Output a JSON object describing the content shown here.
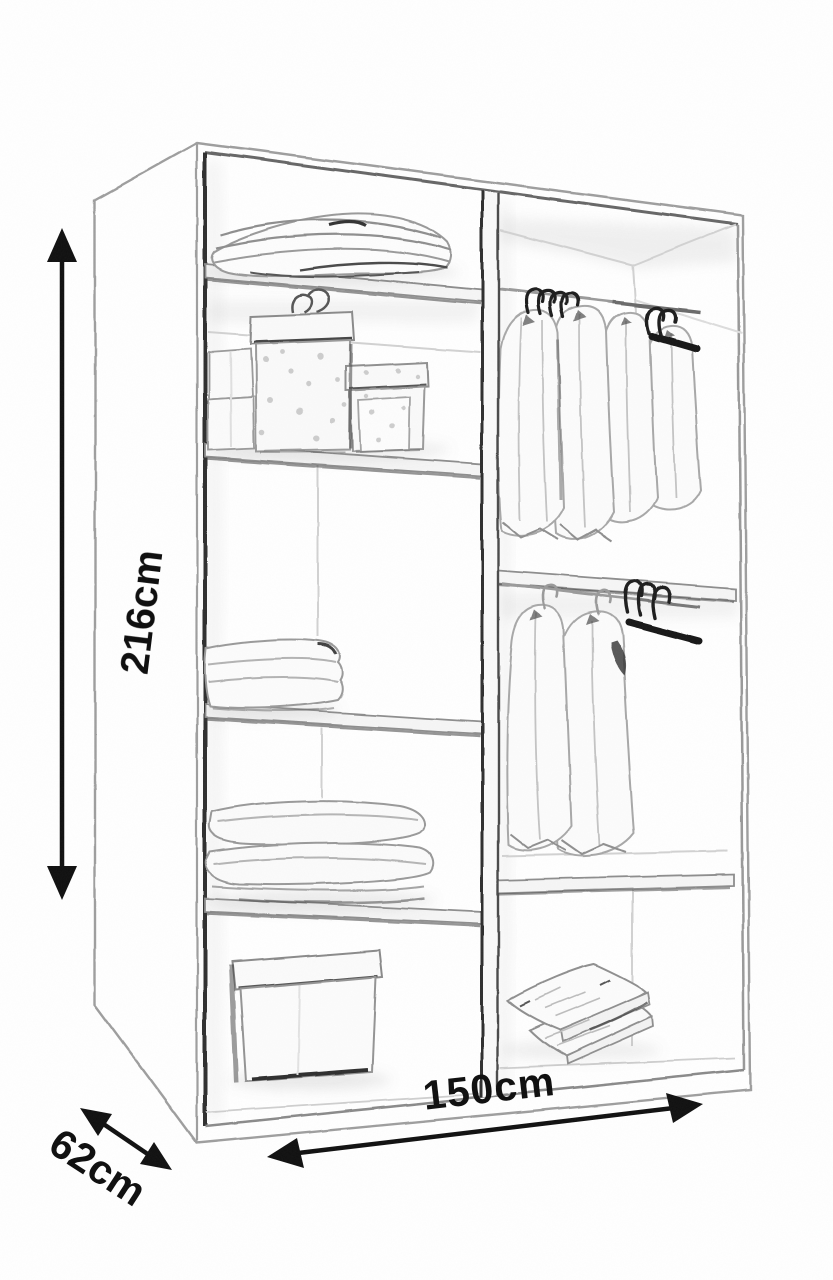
{
  "diagram": {
    "type": "furniture-dimension-diagram",
    "subject": "wardrobe-interior-sketch",
    "dimensions": {
      "height": {
        "label": "216cm",
        "value": 216,
        "unit": "cm"
      },
      "width": {
        "label": "150cm",
        "value": 150,
        "unit": "cm"
      },
      "depth": {
        "label": "62cm",
        "value": 62,
        "unit": "cm"
      }
    },
    "wardrobe": {
      "columns": [
        {
          "name": "left-shelf-column",
          "compartments": [
            "folded-towels",
            "patterned-storage-boxes",
            "folded-clothes-stack",
            "folded-blankets",
            "storage-chest"
          ]
        },
        {
          "name": "right-hanging-column",
          "compartments": [
            "hanging-rail-with-jackets",
            "hanging-rail-with-shirts",
            "folded-linens"
          ]
        }
      ],
      "features": {
        "shelves": 6,
        "hanging_rails": 2,
        "empty_hangers": 4
      }
    },
    "colors": {
      "background": "#ffffff",
      "sketch_line": "#8f8f8f",
      "dark_accent": "#1a1a1a",
      "annotation_text": "#0c0c0c"
    }
  }
}
